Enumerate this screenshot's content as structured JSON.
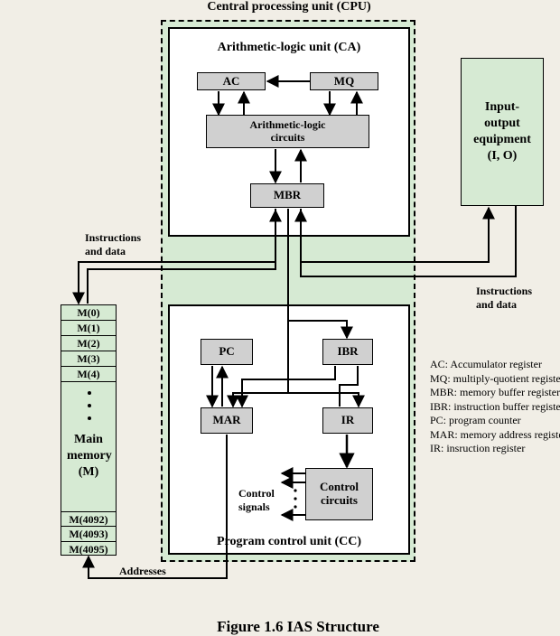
{
  "cpu": {
    "title": "Central processing unit (CPU)",
    "alu_title": "Arithmetic-logic unit (CA)",
    "control_title": "Program control unit (CC)"
  },
  "registers": {
    "ac": "AC",
    "mq": "MQ",
    "alc": "Arithmetic-logic circuits",
    "mbr": "MBR",
    "pc": "PC",
    "ibr": "IBR",
    "mar": "MAR",
    "ir": "IR",
    "control_circuits": "Control circuits"
  },
  "io": {
    "label": "Input-output equipment (I, O)"
  },
  "memory": {
    "top_cells": [
      "M(0)",
      "M(1)",
      "M(2)",
      "M(3)",
      "M(4)"
    ],
    "label": "Main memory (M)",
    "bottom_cells": [
      "M(4092)",
      "M(4093)",
      "M(4095)"
    ]
  },
  "labels": {
    "instructions_data_left": "Instructions and data",
    "instructions_data_right": "Instructions and data",
    "addresses": "Addresses",
    "control_signals": "Control signals"
  },
  "legend": [
    "AC: Accumulator register",
    "MQ: multiply-quotient register",
    "MBR: memory buffer register",
    "IBR: instruction buffer register",
    "PC: program counter",
    "MAR: memory address register",
    "IR: insruction register"
  ],
  "caption": "Figure 1.6  IAS Structure"
}
